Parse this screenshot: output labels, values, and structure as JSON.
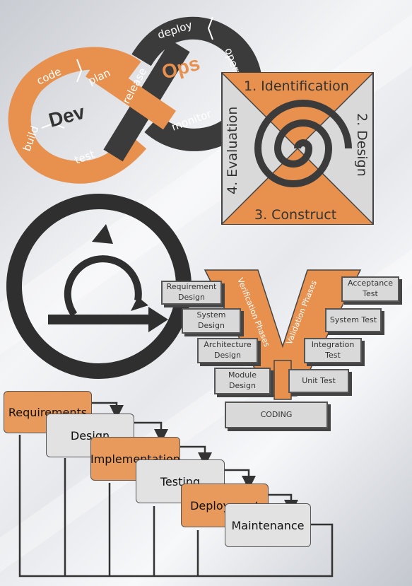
{
  "devops": {
    "dev_label": "Dev",
    "ops_label": "Ops",
    "stages": [
      "plan",
      "code",
      "build",
      "test",
      "release",
      "deploy",
      "operate",
      "monitor"
    ]
  },
  "spiral": {
    "phases": [
      "1. Identification",
      "2. Design",
      "3. Construct",
      "4. Evaluation"
    ]
  },
  "vmodel": {
    "left_boxes": [
      "Requirement Design",
      "System Design",
      "Architecture Design",
      "Module Design"
    ],
    "right_boxes": [
      "Acceptance Test",
      "System Test",
      "Integration Test",
      "Unit Test"
    ],
    "coding": "CODING",
    "verification_label": "Verification Phases",
    "validation_label": "Validation Phases"
  },
  "waterfall": {
    "steps": [
      "Requirements",
      "Design",
      "Implementation",
      "Testing",
      "Deployment",
      "Maintenance"
    ]
  },
  "colors": {
    "orange": "#e8914f",
    "dark": "#3a3a3a",
    "gray": "#d9d9d9"
  }
}
